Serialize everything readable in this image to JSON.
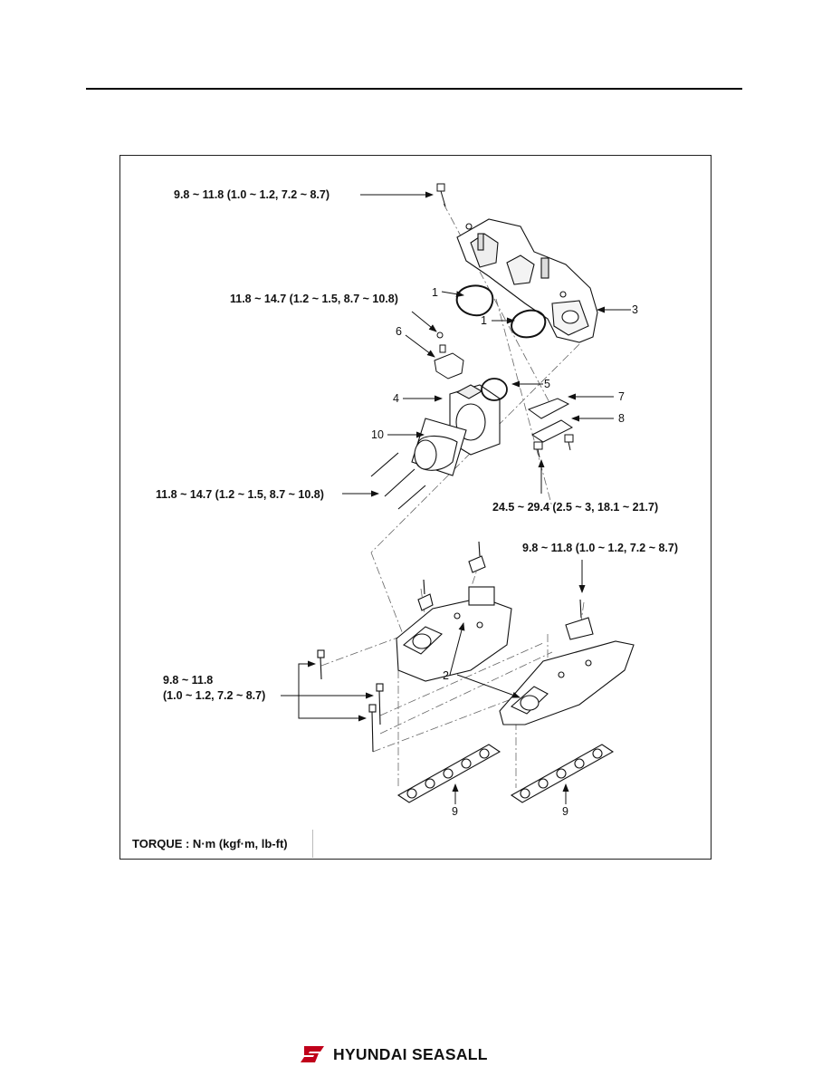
{
  "diagram": {
    "torque_labels": {
      "top_bolt": "9.8 ~ 11.8 (1.0 ~ 1.2, 7.2 ~ 8.7)",
      "sensor_bolt": "11.8 ~ 14.7 (1.2 ~ 1.5, 8.7 ~ 10.8)",
      "long_bolts": "11.8 ~ 14.7 (1.2 ~ 1.5, 8.7 ~ 10.8)",
      "plate_bolts": "24.5 ~ 29.4 (2.5 ~ 3, 18.1 ~ 21.7)",
      "right_bracket": "9.8 ~ 11.8 (1.0 ~ 1.2, 7.2 ~ 8.7)",
      "left_manifold_line1": "9.8 ~ 11.8",
      "left_manifold_line2": "(1.0 ~ 1.2, 7.2 ~ 8.7)"
    },
    "callouts": {
      "gasket_a": "1",
      "gasket_b": "1",
      "manifold": "2",
      "upper_manifold": "3",
      "throttle_body": "4",
      "o_ring": "5",
      "sensor": "6",
      "gasket_7": "7",
      "plate_8": "8",
      "gasket_9_left": "9",
      "gasket_9_right": "9",
      "pipe_10": "10"
    },
    "legend": "TORQUE : N·m (kgf·m, lb-ft)"
  },
  "footer": {
    "brand": "HYUNDAI SEASALL",
    "logo_icon": "hyundai-seasall-logo-icon",
    "logo_color": "#c0001a"
  }
}
